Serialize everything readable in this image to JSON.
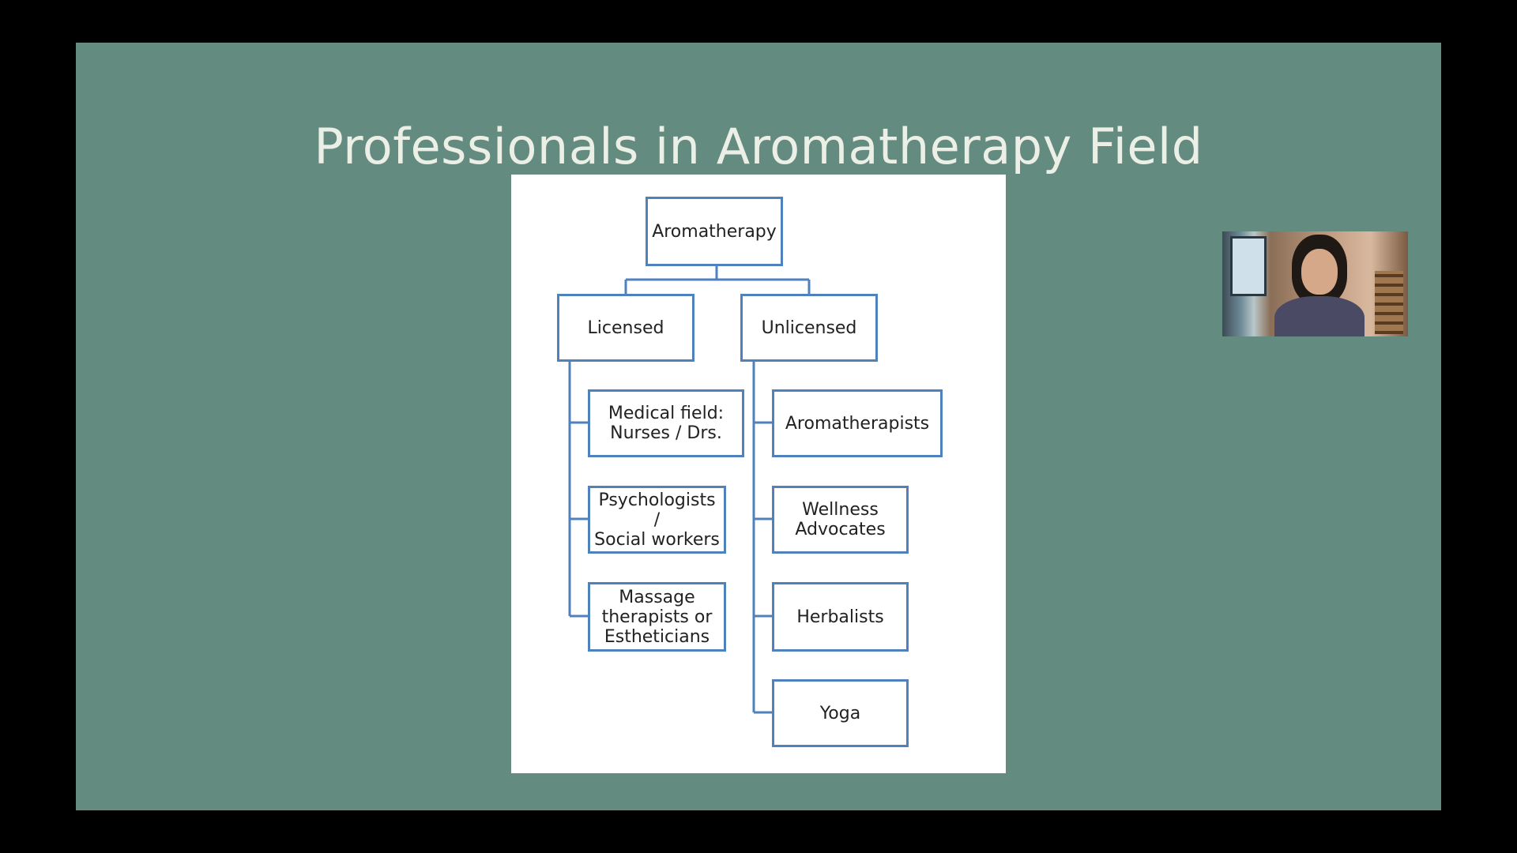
{
  "slide": {
    "title": "Professionals in Aromatherapy Field"
  },
  "diagram": {
    "root": "Aromatherapy",
    "branches": [
      {
        "label": "Licensed",
        "items": [
          "Medical field:\nNurses / Drs.",
          "Psychologists /\nSocial workers",
          "Massage\ntherapists or\nEstheticians"
        ]
      },
      {
        "label": "Unlicensed",
        "items": [
          "Aromatherapists",
          "Wellness\nAdvocates",
          "Herbalists",
          "Yoga"
        ]
      }
    ]
  },
  "colors": {
    "slide_background": "#638b80",
    "node_border": "#4f81bd",
    "title_text": "#ecefe6"
  }
}
